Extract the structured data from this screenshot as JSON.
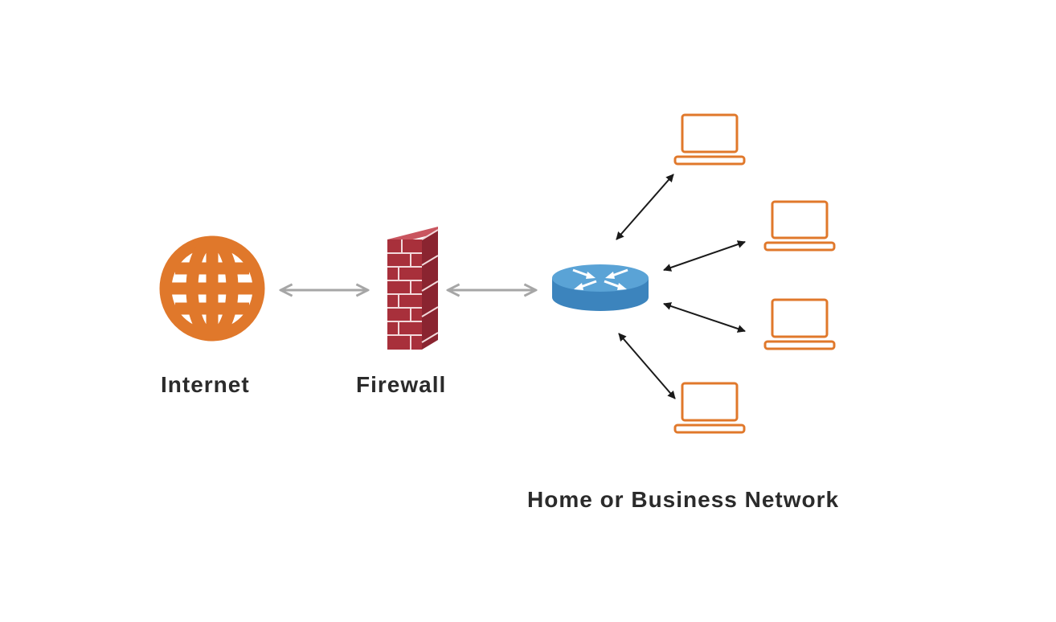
{
  "labels": {
    "internet": "Internet",
    "firewall": "Firewall",
    "network": "Home or Business Network"
  },
  "colors": {
    "background": "#ffffff",
    "globe": "#e0782b",
    "laptop": "#e0782b",
    "brick": "#a8303b",
    "mortar": "#f2d9db",
    "router_top": "#5aa3d6",
    "router_side": "#3c84bd",
    "gray_arrow": "#a6a6a6",
    "black_arrow": "#1a1a1a",
    "text": "#2b2b2b"
  },
  "icons": {
    "internet": "globe-icon",
    "firewall": "brick-wall-icon",
    "router": "router-icon",
    "laptop": "laptop-icon"
  }
}
